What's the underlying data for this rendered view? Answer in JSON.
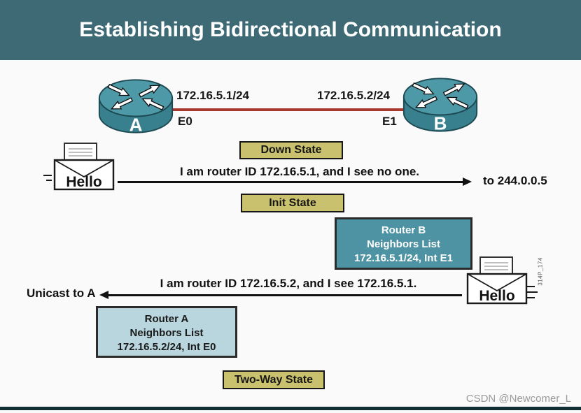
{
  "header": {
    "title": "Establishing Bidirectional Communication"
  },
  "topology": {
    "router_a": {
      "label": "A",
      "interface": "E0",
      "ip": "172.16.5.1/24"
    },
    "router_b": {
      "label": "B",
      "interface": "E1",
      "ip": "172.16.5.2/24"
    }
  },
  "states": {
    "down": "Down State",
    "init": "Init State",
    "two_way": "Two-Way State"
  },
  "messages": [
    {
      "packet_label": "Hello",
      "text": "I am router ID 172.16.5.1, and I see no one.",
      "destination": "to 244.0.0.5",
      "direction": "right"
    },
    {
      "packet_label": "Hello",
      "text": "I am router ID 172.16.5.2, and I see 172.16.5.1.",
      "destination": "Unicast to A",
      "direction": "left"
    }
  ],
  "neighbor_boxes": {
    "router_b": {
      "lines": [
        "Router B",
        "Neighbors List",
        "172.16.5.1/24, Int E1"
      ]
    },
    "router_a": {
      "lines": [
        "Router A",
        "Neighbors List",
        "172.16.5.2/24, Int E0"
      ]
    }
  },
  "figure_id": "314P_174",
  "watermark": "CSDN @Newcomer_L",
  "colors": {
    "header_bg": "#3d6a74",
    "link_red": "#a8392e",
    "state_box_bg": "#c9c16e",
    "router_b_box_bg": "#4d93a3",
    "router_a_box_bg": "#b9d6de",
    "router_teal": "#4e99a7",
    "bottom_bar": "#112e35"
  }
}
